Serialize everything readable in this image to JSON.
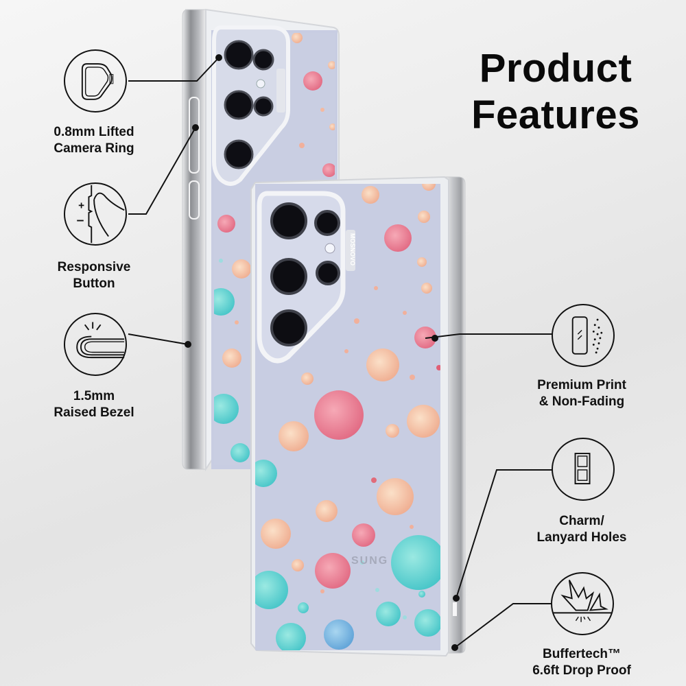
{
  "title": {
    "line1": "Product",
    "line2": "Features"
  },
  "features": [
    {
      "id": "camera-ring",
      "icon": "camera-ring-icon",
      "label_line1": "0.8mm Lifted",
      "label_line2": "Camera Ring",
      "side": "left"
    },
    {
      "id": "responsive-button",
      "icon": "side-button-icon",
      "label_line1": "Responsive",
      "label_line2": "Button",
      "side": "left"
    },
    {
      "id": "raised-bezel",
      "icon": "raised-bezel-icon",
      "label_line1": "1.5mm",
      "label_line2": "Raised Bezel",
      "side": "left"
    },
    {
      "id": "premium-print",
      "icon": "print-sparkle-icon",
      "label_line1": "Premium Print",
      "label_line2": "& Non-Fading",
      "side": "right"
    },
    {
      "id": "lanyard-holes",
      "icon": "lanyard-holes-icon",
      "label_line1": "Charm/",
      "label_line2": "Lanyard Holes",
      "side": "right"
    },
    {
      "id": "drop-proof",
      "icon": "impact-burst-icon",
      "label_line1": "Buffertech™",
      "label_line2": "6.6ft Drop Proof",
      "side": "right"
    }
  ],
  "product": {
    "brand_mark": "MOSNOVO",
    "phone_logo_fragment": "SUNG",
    "colors": {
      "case_background": "#c6cbe0",
      "pink": "#ea7f95",
      "peach": "#f2c2a3",
      "aqua": "#5fd3cf",
      "lens": "#0d0d12",
      "frame": "#dfe1e6"
    }
  }
}
